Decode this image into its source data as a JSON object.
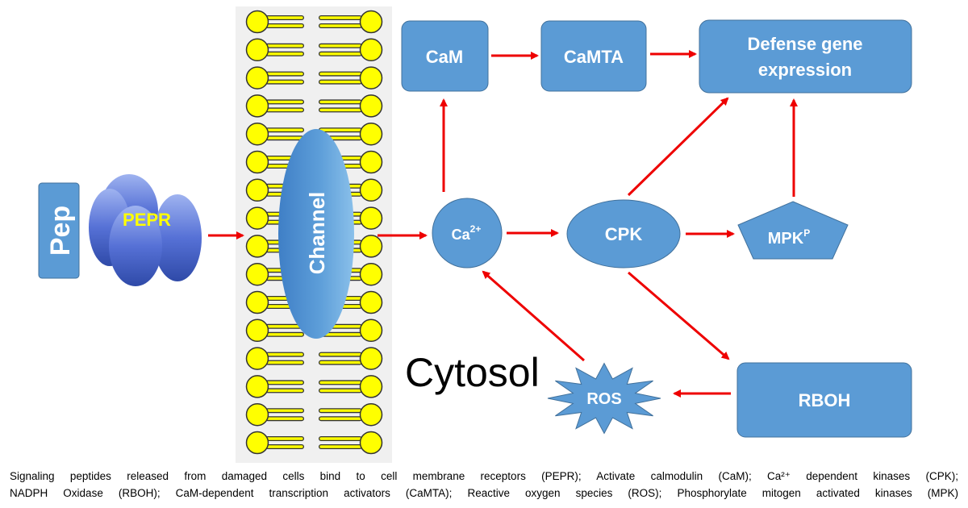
{
  "nodes": {
    "pep": "Pep",
    "pepr": "PEPR",
    "channel": "Channel",
    "cam": "CaM",
    "camta": "CaMTA",
    "defense_line1": "Defense gene",
    "defense_line2": "expression",
    "calcium_base": "Ca",
    "calcium_sup": "2+",
    "cpk": "CPK",
    "mpk_base": "MPK",
    "mpk_sup": "P",
    "ros": "ROS",
    "rboh": "RBOH"
  },
  "region_label": "Cytosol",
  "caption": {
    "line1": "Signaling peptides released from damaged cells bind to cell membrane receptors (PEPR); Activate calmodulin (CaM); Ca²⁺ dependent kinases (CPK);",
    "line2": "NADPH Oxidase (RBOH); CaM-dependent transcription activators (CaMTA); Reactive oxygen species (ROS); Phosphorylate mitogen activated kinases (MPK)"
  },
  "colors": {
    "node_fill": "#5b9bd5",
    "node_stroke": "#41719c",
    "arrow": "#ee0000",
    "lipid_head": "#ffff00",
    "membrane_bg": "#f0f0f0",
    "pepr_text": "#ffff00"
  }
}
